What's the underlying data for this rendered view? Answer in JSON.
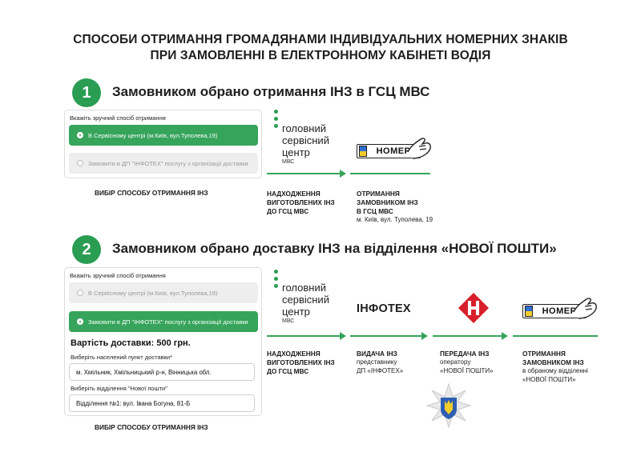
{
  "title": {
    "line1": "СПОСОБИ ОТРИМАННЯ ГРОМАДЯНАМИ ІНДИВІДУАЛЬНИХ НОМЕРНИХ ЗНАКІВ",
    "line2": "ПРИ ЗАМОВЛЕННІ В ЕЛЕКТРОННОМУ КАБІНЕТІ ВОДІЯ"
  },
  "sections": [
    {
      "number": "1",
      "heading": "Замовником обрано отримання ІНЗ в ГСЦ МВС",
      "panel": {
        "hint": "Вкажіть зручний спосіб отримання",
        "options": [
          {
            "label": "В Сервісному центрі (м.Київ, вул.Туполева,19)",
            "selected": true
          },
          {
            "label": "Замовити в ДП \"ІНФОТЕХ\" послугу з організації доставки",
            "selected": false
          }
        ]
      },
      "panel_caption": "ВИБІР СПОСОБУ ОТРИМАННЯ ІНЗ",
      "gsc": {
        "text1": "головний",
        "text2": "сервісний",
        "text3": "центр",
        "small": "МВС"
      },
      "steps": [
        {
          "caption1": "НАДХОДЖЕННЯ",
          "caption2": "ВИГОТОВЛЕНИХ ІНЗ",
          "caption3": "ДО ГСЦ МВС"
        },
        {
          "caption1": "ОТРИМАННЯ",
          "caption2": "ЗАМОВНИКОМ ІНЗ",
          "caption3": "В ГСЦ МВС",
          "sub1": "м. Київ, вул. Туполева, 19"
        }
      ],
      "plate": "НОМЕР"
    },
    {
      "number": "2",
      "heading": "Замовником обрано доставку ІНЗ на відділення «НОВОЇ ПОШТИ»",
      "panel": {
        "hint": "Вкажіть зручний спосіб отримання",
        "options": [
          {
            "label": "В Сервісному центрі (м.Київ, вул.Туполева,19)",
            "selected": false
          },
          {
            "label": "Замовити в ДП \"ІНФОТЕХ\" послугу з організації доставки",
            "selected": true
          }
        ],
        "price": "Вартість доставки: 500 грн.",
        "city_label": "Виберіть населений пункт доставки*",
        "city_value": "м. Хмільник, Хмільницький р-н, Вінницька обл.",
        "branch_label": "Виберіть відділення \"Нової пошти\"",
        "branch_value": "Відділення №1: вул. Івана Богуна, 81-Б"
      },
      "panel_caption": "ВИБІР СПОСОБУ ОТРИМАННЯ ІНЗ",
      "gsc": {
        "text1": "головний",
        "text2": "сервісний",
        "text3": "центр",
        "small": "МВС"
      },
      "infotex": "ІНФОТЕХ",
      "steps": [
        {
          "caption1": "НАДХОДЖЕННЯ",
          "caption2": "ВИГОТОВЛЕНИХ ІНЗ",
          "caption3": "ДО ГСЦ МВС"
        },
        {
          "caption1": "ВИДАЧА ІНЗ",
          "sub1": "представнику",
          "sub2": "ДП «ІНФОТЕХ»"
        },
        {
          "caption1": "ПЕРЕДАЧА ІНЗ",
          "sub1": "оператору",
          "sub2": "«НОВОЇ ПОШТИ»"
        },
        {
          "caption1": "ОТРИМАННЯ",
          "caption2": "ЗАМОВНИКОМ ІНЗ",
          "sub1": "в обраному відділенні",
          "sub2": "«НОВОЇ ПОШТИ»"
        }
      ],
      "plate": "НОМЕР"
    }
  ],
  "colors": {
    "green": "#36a45b",
    "badge": "#2a9d53",
    "np_red": "#d7202b"
  },
  "icons": [
    "plate-icon",
    "hand-icon",
    "nova-poshta-logo",
    "police-emblem-icon"
  ]
}
